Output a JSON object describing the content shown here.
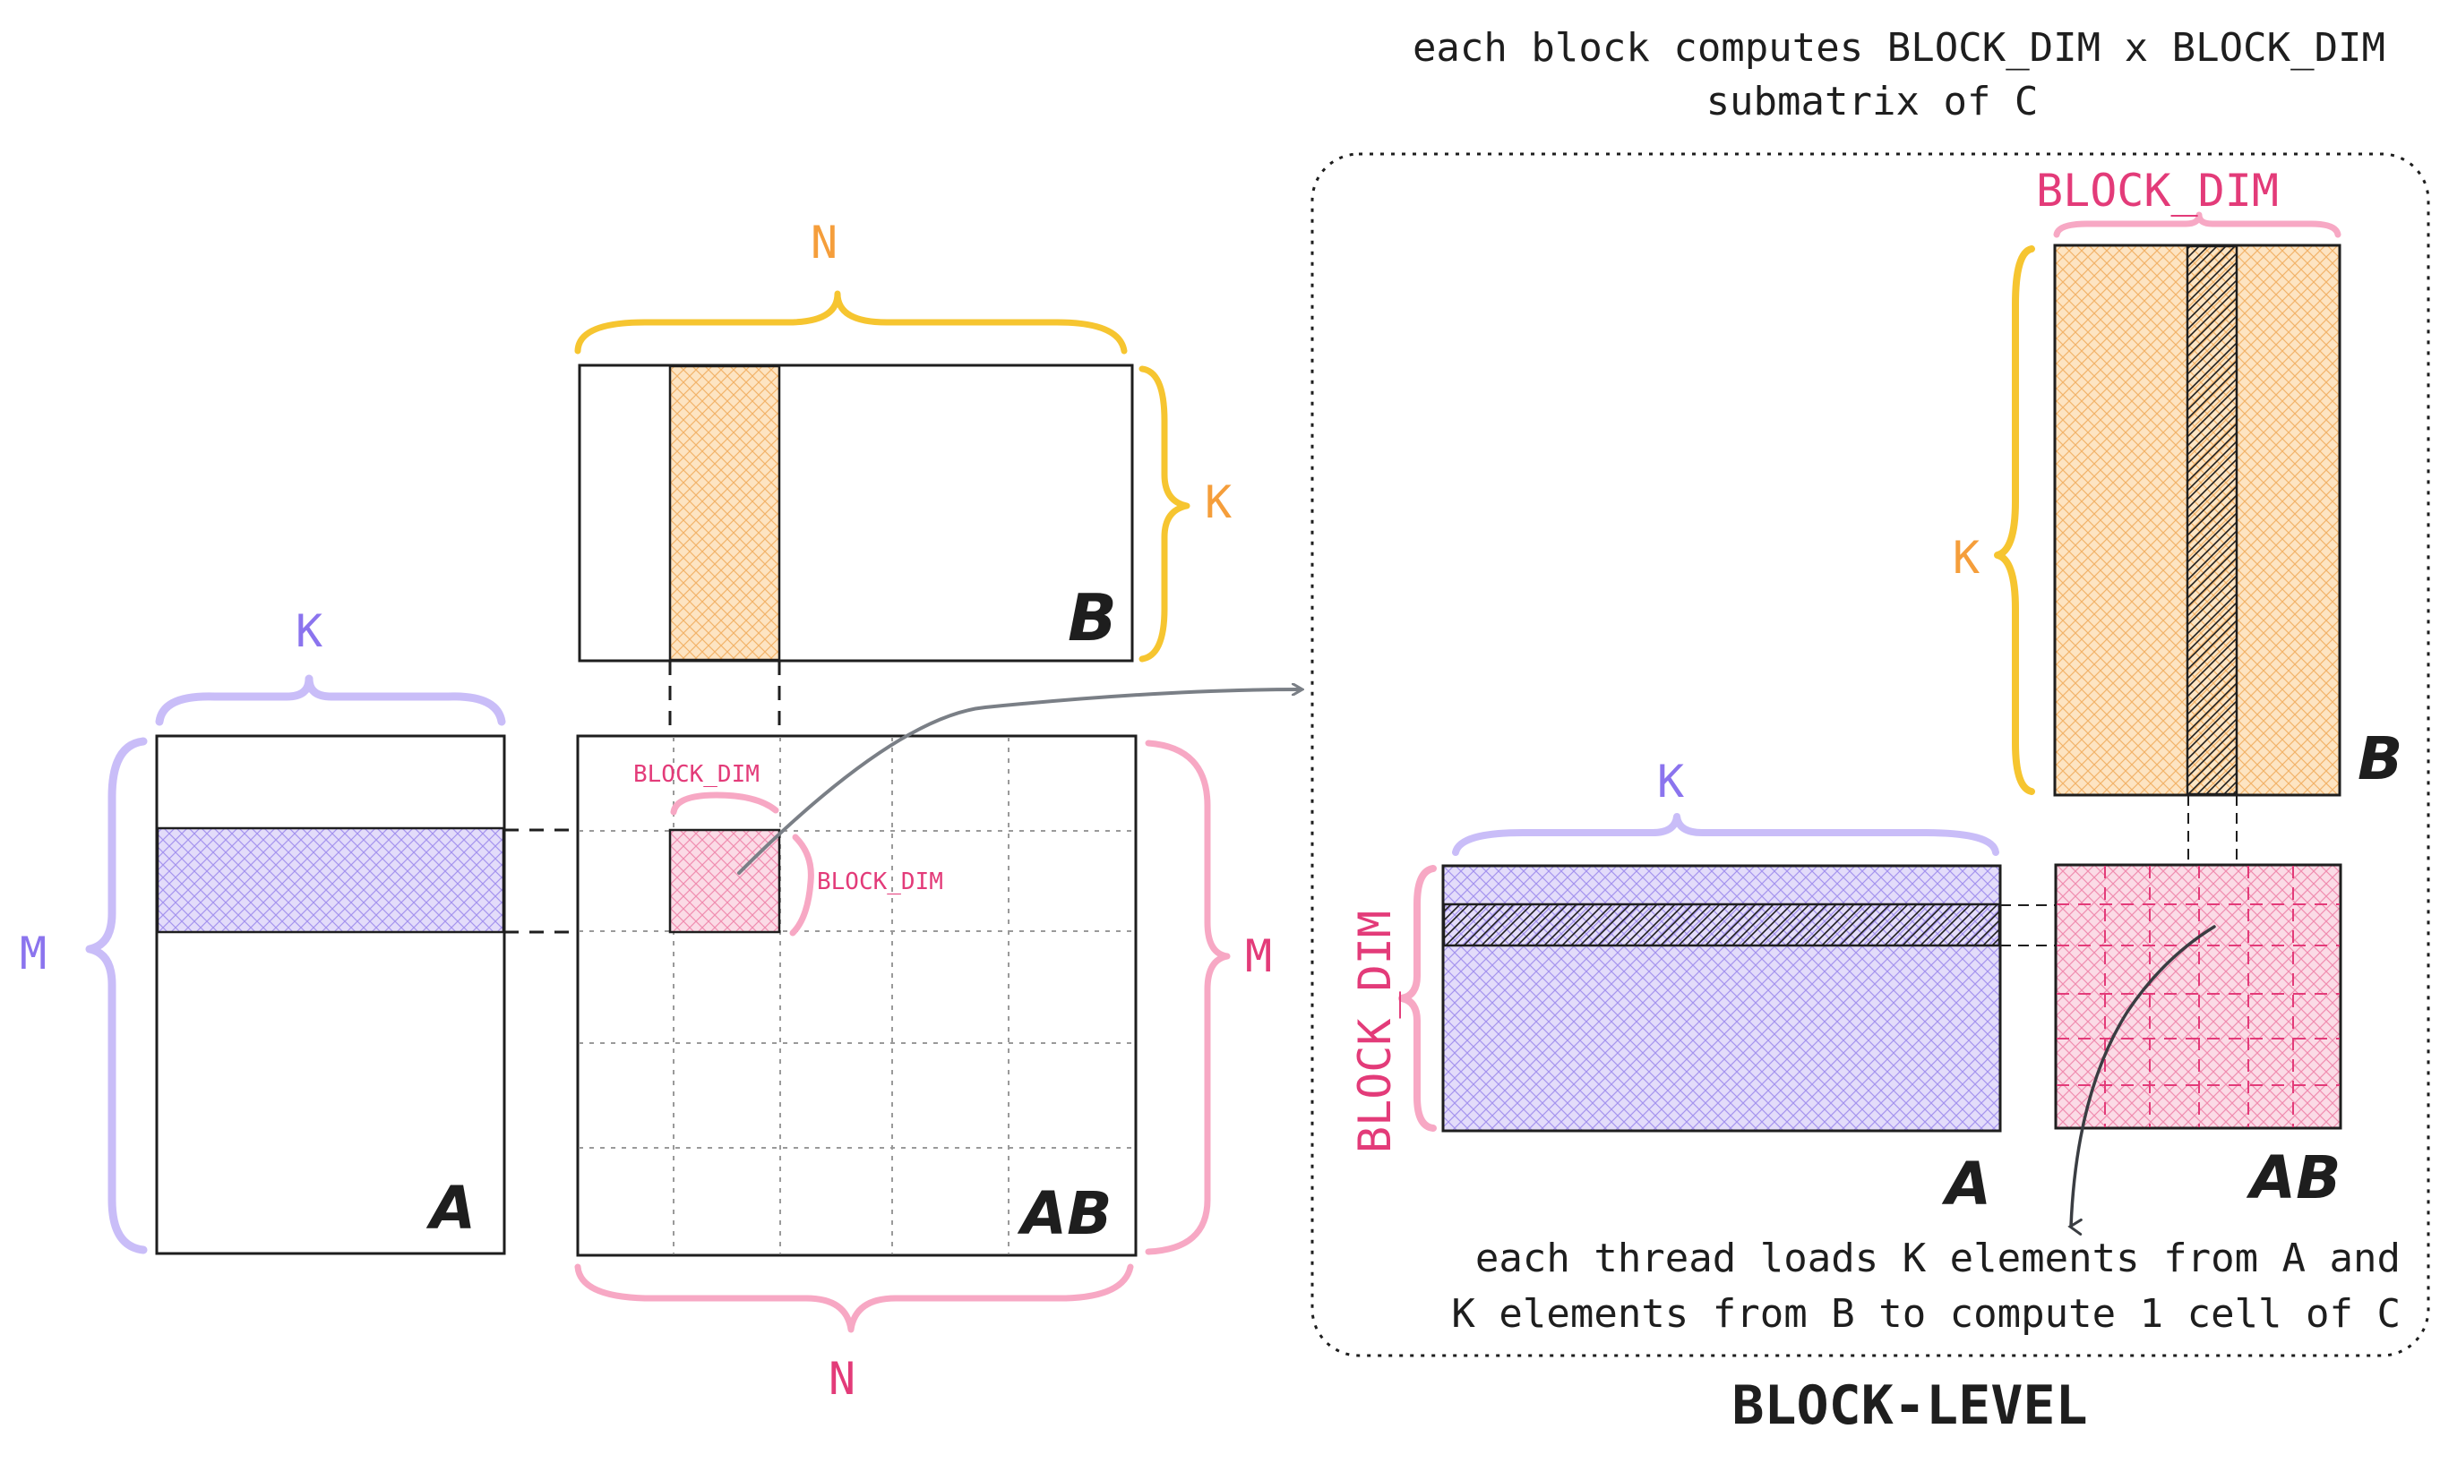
{
  "colors": {
    "purple": "#9b7ff2",
    "purple_fill": "#d0c6f7",
    "orange": "#f59e3b",
    "orange_fill": "#fbd7a6",
    "yellow": "#f6c530",
    "pink": "#e33b79",
    "pink_light": "#f7a8c4",
    "pink_fill": "#f9c9d9",
    "ink": "#1e1e1e",
    "gray": "#7a7f86"
  },
  "left": {
    "matrix_a": {
      "letter": "A",
      "dim_top": "K",
      "dim_side": "M"
    },
    "matrix_b": {
      "letter": "B",
      "dim_top": "N",
      "dim_side": "K"
    },
    "matrix_ab": {
      "letter": "AB",
      "dim_bottom": "N",
      "dim_side": "M",
      "block_label_top": "BLOCK_DIM",
      "block_label_side": "BLOCK_DIM"
    }
  },
  "right": {
    "caption_top_line1": "each block computes BLOCK_DIM x BLOCK_DIM",
    "caption_top_line2": "submatrix of C",
    "matrix_b": {
      "letter": "B",
      "dim_top": "BLOCK_DIM",
      "dim_side": "K"
    },
    "matrix_a": {
      "letter": "A",
      "dim_top": "K",
      "dim_side": "BLOCK_DIM"
    },
    "matrix_ab": {
      "letter": "AB"
    },
    "caption_bottom_line1": "each thread loads K elements from A and",
    "caption_bottom_line2": "K elements from B to compute 1 cell of C",
    "title": "BLOCK-LEVEL"
  }
}
